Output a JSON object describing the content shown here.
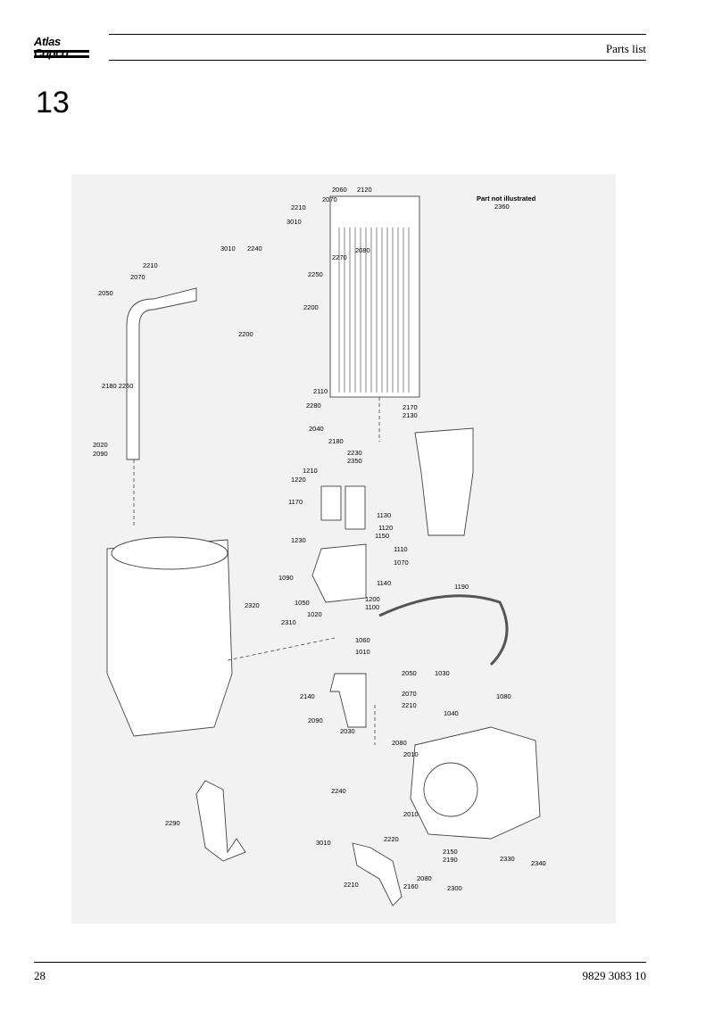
{
  "header": {
    "brand": "Atlas Copco",
    "section": "Parts list",
    "chapter": "13"
  },
  "footer": {
    "page": "28",
    "doc_number": "9829 3083 10"
  },
  "diagram": {
    "note_title": "Part not illustrated",
    "note_number": "2360",
    "callouts": [
      "2060",
      "2120",
      "2070",
      "2210",
      "3010",
      "2240",
      "3010",
      "2080",
      "2270",
      "2250",
      "2200",
      "2210",
      "2070",
      "2050",
      "2200",
      "2180 2260",
      "2020",
      "2090",
      "2110",
      "2280",
      "2170",
      "2130",
      "2040",
      "2180",
      "2230",
      "2350",
      "1210",
      "1220",
      "1170",
      "1130",
      "1120",
      "1150",
      "1230",
      "1110",
      "1070",
      "1090",
      "1140",
      "1050",
      "1020",
      "1200",
      "1100",
      "1190",
      "2320",
      "2310",
      "1060",
      "1010",
      "2050",
      "1030",
      "2070",
      "1080",
      "2140",
      "2210",
      "1040",
      "2090",
      "2030",
      "2080",
      "2010",
      "2240",
      "2290",
      "2010",
      "3010",
      "2220",
      "2150",
      "2190",
      "2330",
      "2340",
      "2210",
      "2080",
      "2160",
      "2300"
    ]
  }
}
